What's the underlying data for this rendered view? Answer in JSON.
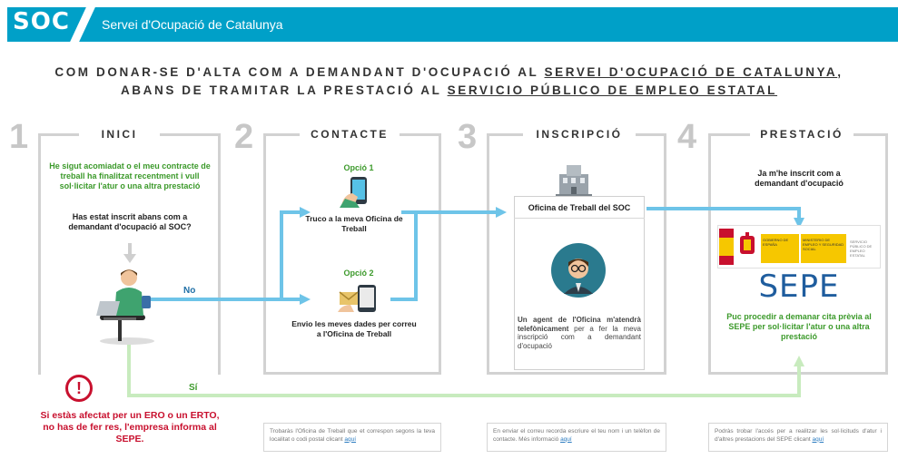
{
  "banner": {
    "logo": "SOC",
    "subtitle": "Servei d'Ocupació de Catalunya"
  },
  "headline": {
    "line1_prefix": "COM DONAR-SE D'ALTA COM A DEMANDANT D'OCUPACIÓ AL ",
    "line1_link": "SERVEI D'OCUPACIÓ DE CATALUNYA",
    "line1_suffix": ",",
    "line2_prefix": "ABANS DE TRAMITAR LA PRESTACIÓ AL ",
    "line2_link": "SERVICIO PÚBLICO DE EMPLEO ESTATAL"
  },
  "steps": [
    {
      "num": "1",
      "title": "INICI"
    },
    {
      "num": "2",
      "title": "CONTACTE"
    },
    {
      "num": "3",
      "title": "INSCRIPCIÓ"
    },
    {
      "num": "4",
      "title": "PRESTACIÓ"
    }
  ],
  "step1": {
    "intro": "He sigut acomiadat o el meu contracte de treball ha finalitzat recentment i vull sol·licitar l'atur o una altra prestació",
    "question": "Has estat inscrit abans com a demandant d'ocupació al SOC?",
    "no_label": "No",
    "yes_label": "Sí",
    "alert_icon": "!",
    "warning": "Si estàs afectat per un ERO o un ERTO, no has de fer res, l'empresa informa al SEPE."
  },
  "step2": {
    "option1_title": "Opció 1",
    "option1_text": "Truco a la meva Oficina de Treball",
    "option2_title": "Opció 2",
    "option2_text": "Envio les meves dades per correu a l'Oficina de Treball"
  },
  "step3": {
    "card_title": "Oficina de Treball del SOC",
    "text_bold": "Un agent de l'Oficina m'atendrà telefònicament",
    "text_rest": " per a fer la meva inscripció com a demandant d'ocupació"
  },
  "step4": {
    "registered": "Ja m'he inscrit com a demandant d'ocupació",
    "gov_text1": "GOBIERNO DE ESPAÑA",
    "gov_text2": "MINISTERIO DE EMPLEO Y SEGURIDAD SOCIAL",
    "gov_text3": "SERVICIO PÚBLICO DE EMPLEO ESTATAL",
    "sepe_logo": "SEPE",
    "appointment": "Puc procedir a demanar cita prèvia al SEPE per sol·licitar l'atur o una altra prestació"
  },
  "footnotes": [
    {
      "text": "Trobaràs l'Oficina de Treball que et correspon segons la teva localitat o codi postal clicant ",
      "link": "aquí"
    },
    {
      "text": "En enviar el correu recorda escriure el teu nom i un telèfon de contacte. Més informació ",
      "link": "aquí"
    },
    {
      "text": "Podràs trobar l'accés per a realitzar les sol·licituds d'atur i d'altres prestacions del SEPE clicant ",
      "link": "aquí"
    }
  ],
  "colors": {
    "brand": "#00a0c8",
    "flow": "#6ec4e8",
    "green": "#3c9a2b",
    "alert": "#c8102e"
  }
}
